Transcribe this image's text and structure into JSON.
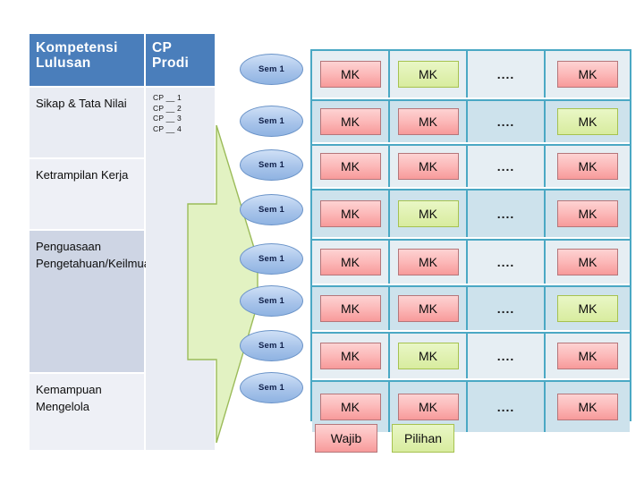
{
  "left_table": {
    "headers": {
      "col1": "Kompetensi Lulusan",
      "col2": "CP Prodi"
    },
    "rows": [
      {
        "competency": "Sikap & Tata Nilai"
      },
      {
        "competency": "Ketrampilan Kerja"
      },
      {
        "competency": "Penguasaan Pengetahuan/Keilmuan"
      },
      {
        "competency": "Kemampuan Mengelola"
      }
    ],
    "cp_prodi_items": [
      "CP __ 1",
      "CP __ 2",
      "CP __ 3",
      "CP __ 4"
    ]
  },
  "semesters": [
    {
      "label": "Sem 1"
    },
    {
      "label": "Sem 1"
    },
    {
      "label": "Sem 1"
    },
    {
      "label": "Sem 1"
    },
    {
      "label": "Sem 1"
    },
    {
      "label": "Sem 1"
    },
    {
      "label": "Sem 1"
    },
    {
      "label": "Sem 1"
    }
  ],
  "course_grid": {
    "course_label": "MK",
    "ellipsis_label": "....",
    "rows": [
      {
        "cells": [
          {
            "label": "MK",
            "kind": "wajib"
          },
          {
            "label": "MK",
            "kind": "pilihan"
          },
          {
            "label": "....",
            "kind": "ellipsis"
          },
          {
            "label": "MK",
            "kind": "wajib"
          }
        ]
      },
      {
        "cells": [
          {
            "label": "MK",
            "kind": "wajib"
          },
          {
            "label": "MK",
            "kind": "wajib"
          },
          {
            "label": "....",
            "kind": "ellipsis"
          },
          {
            "label": "MK",
            "kind": "pilihan"
          }
        ]
      },
      {
        "cells": [
          {
            "label": "MK",
            "kind": "wajib"
          },
          {
            "label": "MK",
            "kind": "wajib"
          },
          {
            "label": "....",
            "kind": "ellipsis"
          },
          {
            "label": "MK",
            "kind": "wajib"
          }
        ]
      },
      {
        "cells": [
          {
            "label": "MK",
            "kind": "wajib"
          },
          {
            "label": "MK",
            "kind": "pilihan"
          },
          {
            "label": "....",
            "kind": "ellipsis"
          },
          {
            "label": "MK",
            "kind": "wajib"
          }
        ]
      },
      {
        "cells": [
          {
            "label": "MK",
            "kind": "wajib"
          },
          {
            "label": "MK",
            "kind": "wajib"
          },
          {
            "label": "....",
            "kind": "ellipsis"
          },
          {
            "label": "MK",
            "kind": "wajib"
          }
        ]
      },
      {
        "cells": [
          {
            "label": "MK",
            "kind": "wajib"
          },
          {
            "label": "MK",
            "kind": "wajib"
          },
          {
            "label": "....",
            "kind": "ellipsis"
          },
          {
            "label": "MK",
            "kind": "pilihan"
          }
        ]
      },
      {
        "cells": [
          {
            "label": "MK",
            "kind": "wajib"
          },
          {
            "label": "MK",
            "kind": "pilihan"
          },
          {
            "label": "....",
            "kind": "ellipsis"
          },
          {
            "label": "MK",
            "kind": "wajib"
          }
        ]
      },
      {
        "cells": [
          {
            "label": "MK",
            "kind": "wajib"
          },
          {
            "label": "MK",
            "kind": "wajib"
          },
          {
            "label": "....",
            "kind": "ellipsis"
          },
          {
            "label": "MK",
            "kind": "wajib"
          }
        ]
      }
    ]
  },
  "legend": {
    "wajib": "Wajib",
    "pilihan": "Pilihan"
  },
  "colors": {
    "header_blue": "#4a7ebb",
    "row_light": "#e9ecf3",
    "row_dark": "#ced5e4",
    "grid_border": "#4aa8c4",
    "grid_row_light": "#e6eef3",
    "grid_row_dark": "#cde2ec",
    "wajib_fill": "#fcb8b8",
    "wajib_border": "#b5767a",
    "pilihan_fill": "#dff0ae",
    "pilihan_border": "#a6c24f",
    "oval_fill": "#a8c4ea",
    "oval_border": "#6a93c8",
    "arrow_fill": "#e2f2c2",
    "arrow_border": "#9bbb59"
  }
}
